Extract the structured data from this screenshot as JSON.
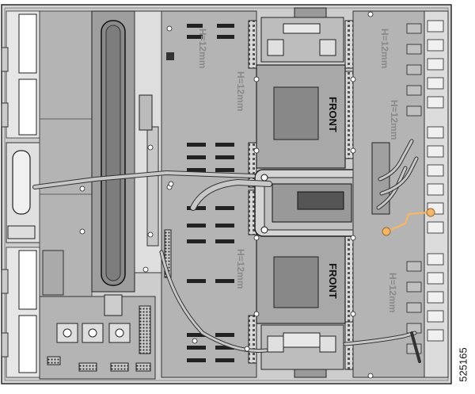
{
  "figure_number": "525165",
  "labels": {
    "front_top": "FRONT",
    "front_bottom": "FRONT",
    "spacing": "H=12mm"
  },
  "colors": {
    "board": "#b4b4b4",
    "chassis": "#d7d7d7",
    "outline": "#2a2a2a",
    "cable": "#c8c8c8",
    "marker": "#f2b768"
  }
}
